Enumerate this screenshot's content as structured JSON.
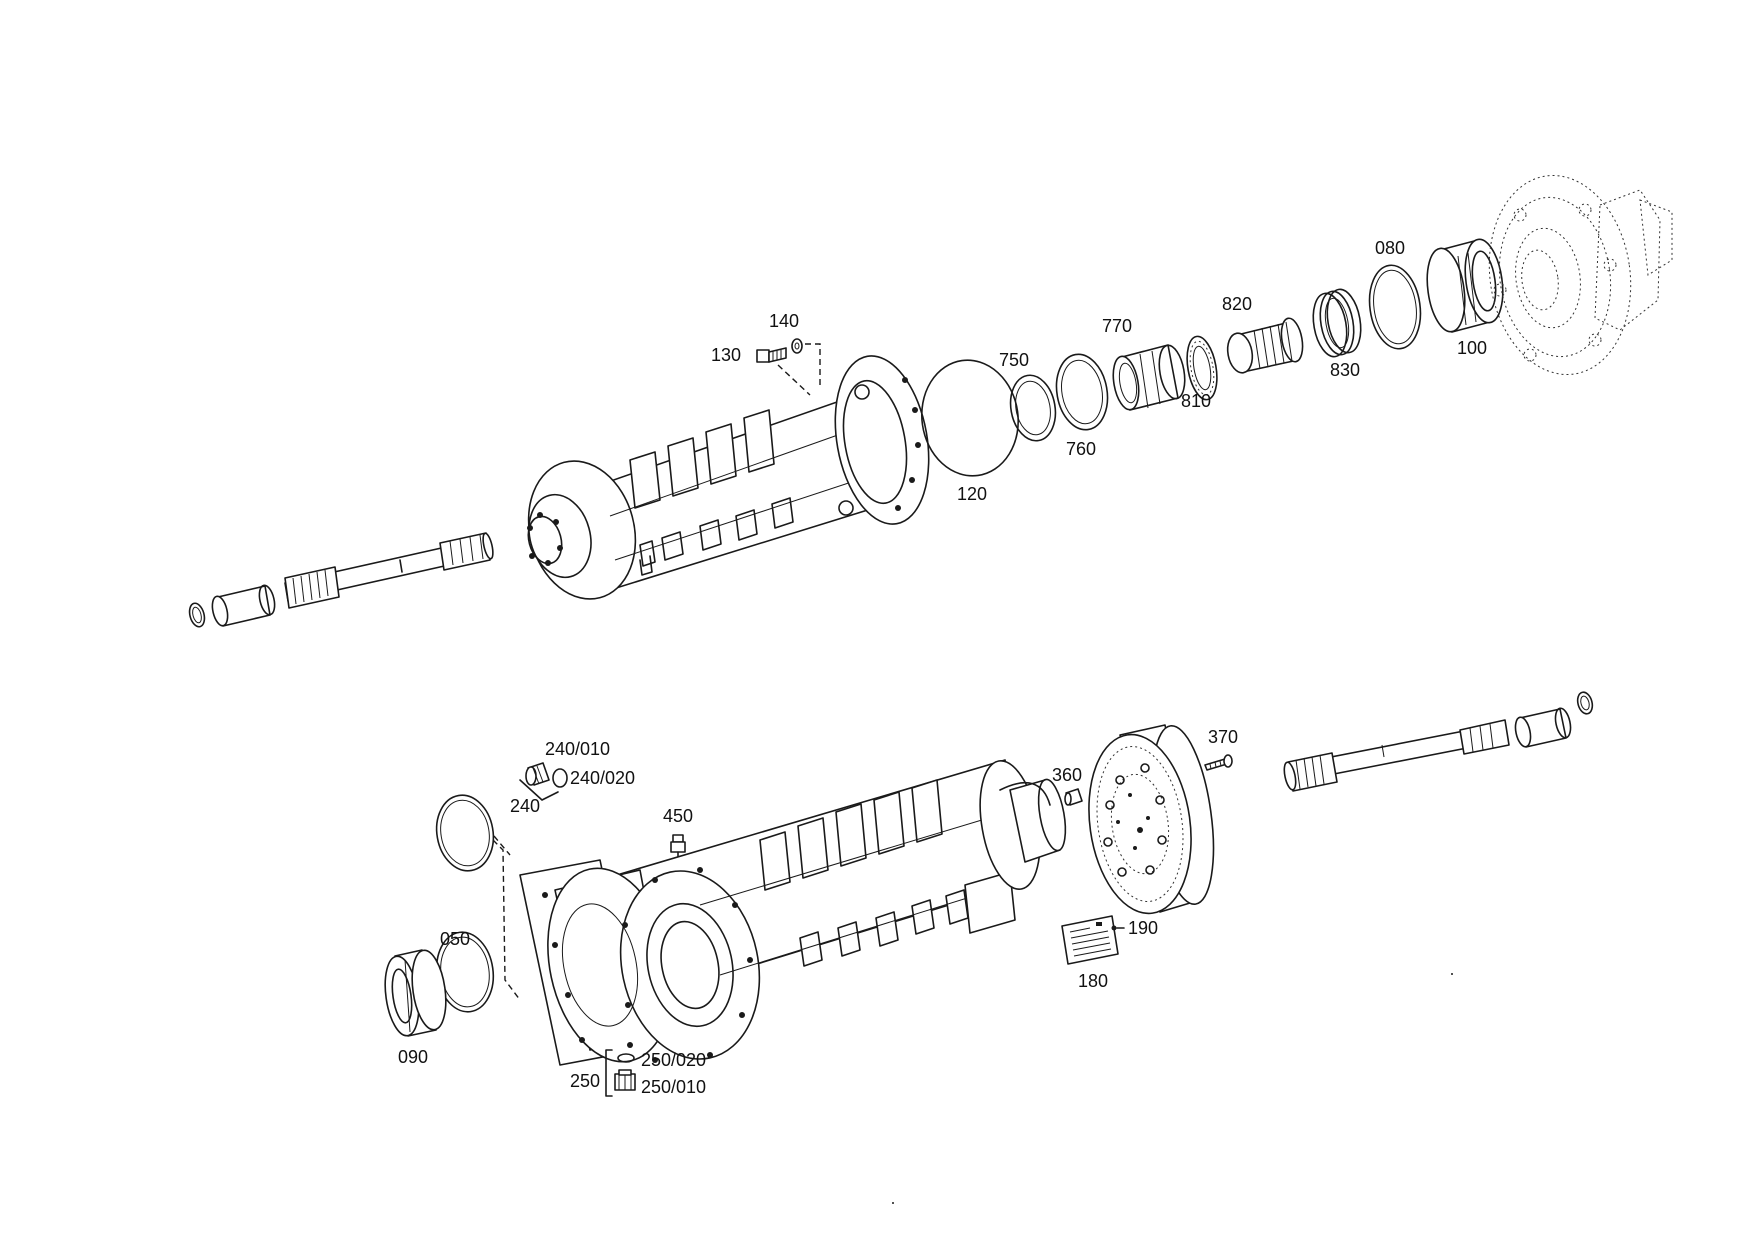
{
  "labels": {
    "p130": "130",
    "p140": "140",
    "p750": "750",
    "p770": "770",
    "p820": "820",
    "p080": "080",
    "p120": "120",
    "p760": "760",
    "p810": "810",
    "p830": "830",
    "p100": "100",
    "p240_010": "240/010",
    "p240_020": "240/020",
    "p240": "240",
    "p450": "450",
    "p360": "360",
    "p370": "370",
    "p050": "050",
    "p090": "090",
    "p190": "190",
    "p180": "180",
    "p250": "250",
    "p250_020": "250/020",
    "p250_010": "250/010"
  }
}
